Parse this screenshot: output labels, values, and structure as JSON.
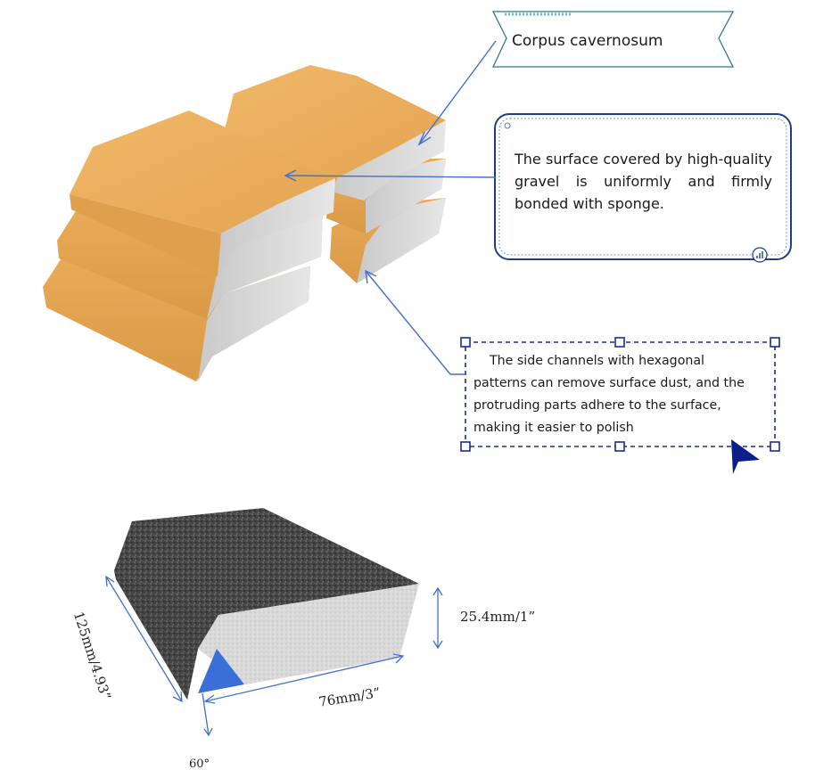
{
  "callouts": {
    "corpus": "Corpus cavernosum",
    "surface": "The surface covered by high-quality gravel is uniformly and firmly bonded with sponge.",
    "side_channels": "The side channels with hexagonal patterns can remove surface dust, and the protruding parts adhere to the surface, making it easier to polish"
  },
  "dimensions": {
    "height": "25.4mm/1”",
    "width": "76mm/3”",
    "length": "125mm/4.93”",
    "angle": "60°"
  },
  "colors": {
    "sponge_orange": "#e8ae5e",
    "sponge_side": "#cfcfcf",
    "grit_dark": "#3a3a3a",
    "callout_teal": "#2c7a8a",
    "callout_navy": "#1f3d8a",
    "arrow_blue": "#3f6fd1",
    "angle_blue": "#3a6fd8"
  }
}
